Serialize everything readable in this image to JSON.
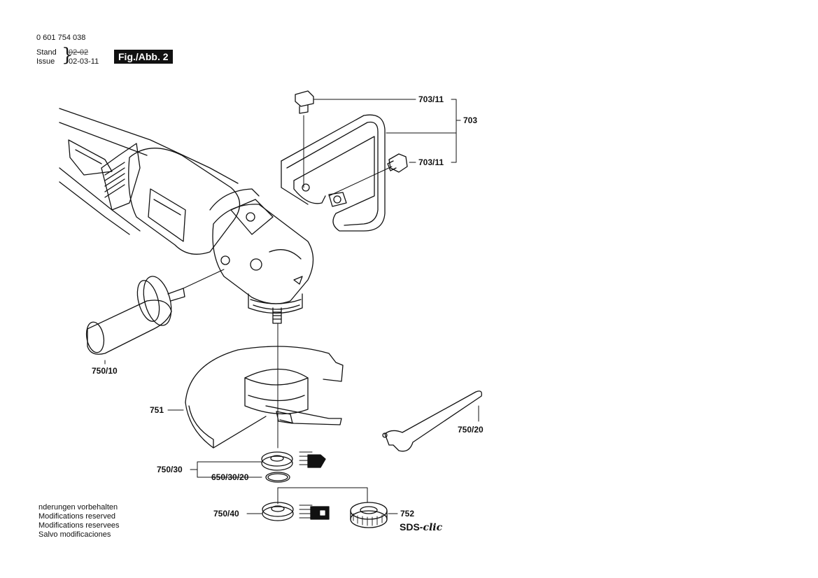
{
  "header": {
    "part_number": "0 601 754 038",
    "stand_label": "Stand",
    "issue_label": "Issue",
    "stand_date": "02-02",
    "issue_date": "02-03-11",
    "figure_label": "Fig./Abb. 2"
  },
  "callouts": {
    "c703_11_top": "703/11",
    "c703": "703",
    "c703_11_bottom": "703/11",
    "c750_10": "750/10",
    "c751": "751",
    "c750_20": "750/20",
    "c750_30": "750/30",
    "c650_30_20": "650/30/20",
    "c750_40": "750/40",
    "c752": "752",
    "sds_prefix": "SDS-",
    "sds_script": "clic"
  },
  "notes": [
    " nderungen vorbehalten",
    "Modifications reserved",
    "Modifications reservees",
    "Salvo modificaciones"
  ],
  "colors": {
    "ink": "#111111",
    "background": "#ffffff"
  }
}
